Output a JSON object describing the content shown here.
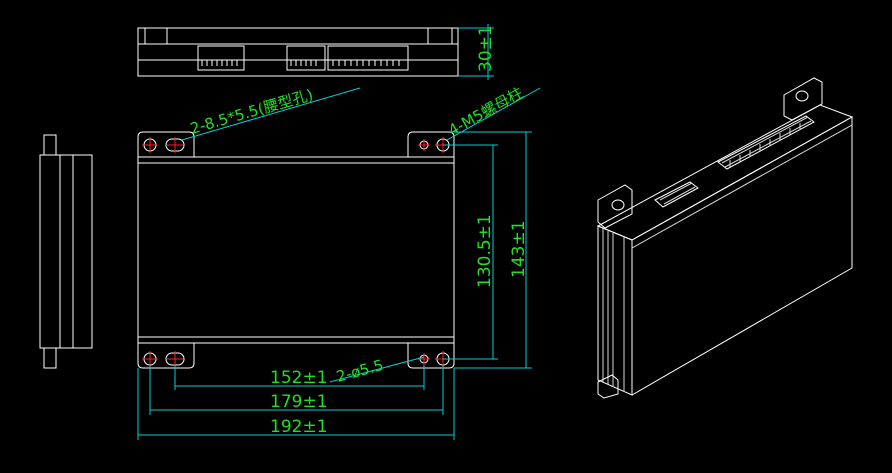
{
  "dimensions": {
    "height_side": "30±1",
    "hole_span_v": "130.5±1",
    "overall_v": "143±1",
    "hole_span_h": "152±1",
    "mid_span_h": "179±1",
    "overall_h": "192±1"
  },
  "notes": {
    "slot_holes": "2-8.5*5.5(腰型孔)",
    "round_holes": "2-ø5.5",
    "studs": "4-M5螺母柱"
  },
  "colors": {
    "background": "#000000",
    "outline": "#ffffff",
    "dimension_line": "#00d0d8",
    "dimension_text": "#20e020",
    "center_mark": "#ff2020"
  }
}
